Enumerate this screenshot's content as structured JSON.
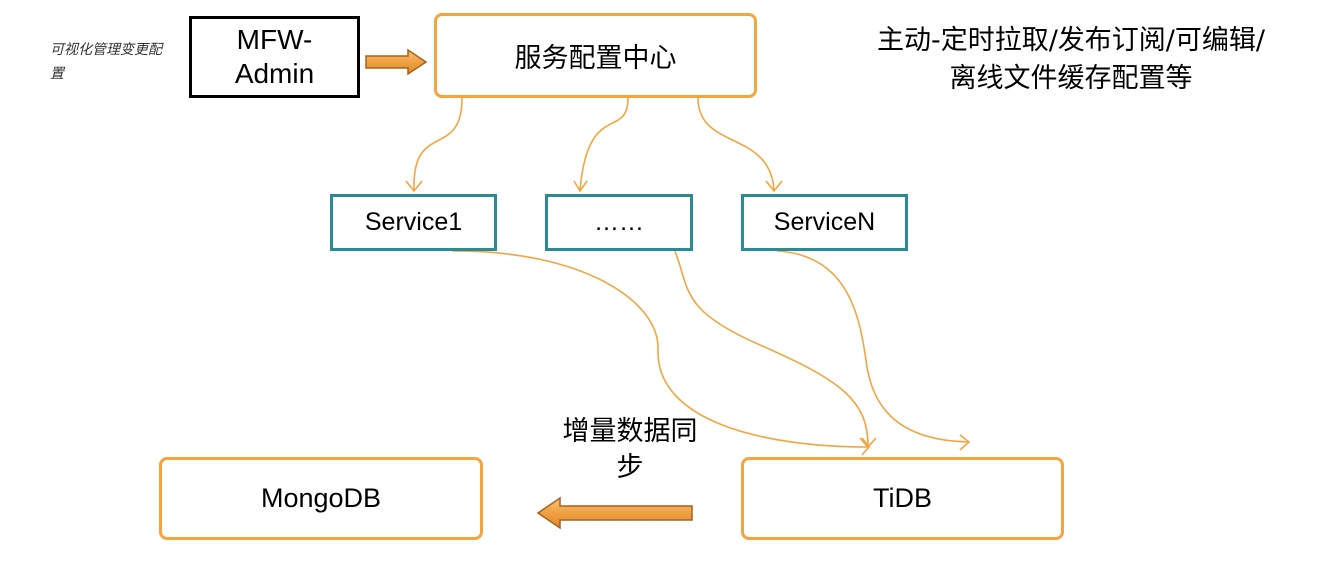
{
  "nodes": {
    "mfw_admin": "MFW-\nAdmin",
    "config_center": "服务配置中心",
    "service1": "Service1",
    "service_ellipsis": "……",
    "serviceN": "ServiceN",
    "mongodb": "MongoDB",
    "tidb": "TiDB"
  },
  "notes": {
    "visual_management": "可视化管理变更配置",
    "features": "主动-定时拉取/发布订阅/可编辑/离线文件缓存配置等",
    "incremental_sync": "增量数据同步"
  },
  "colors": {
    "orange": "#f5a540",
    "teal": "#2a8a96",
    "black": "#000000"
  }
}
